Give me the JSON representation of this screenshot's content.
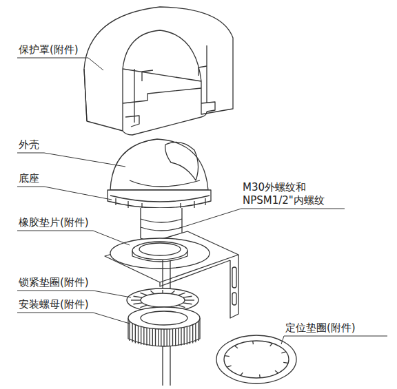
{
  "diagram": {
    "labels": [
      "保护罩(附件)",
      "外壳",
      "底座",
      "橡胶垫片(附件)",
      "M30外螺纹和 NPSM1/2\"内螺纹",
      "锁紧垫圈(附件)",
      "安装螺母(附件)",
      "定位垫圈(附件)"
    ]
  }
}
